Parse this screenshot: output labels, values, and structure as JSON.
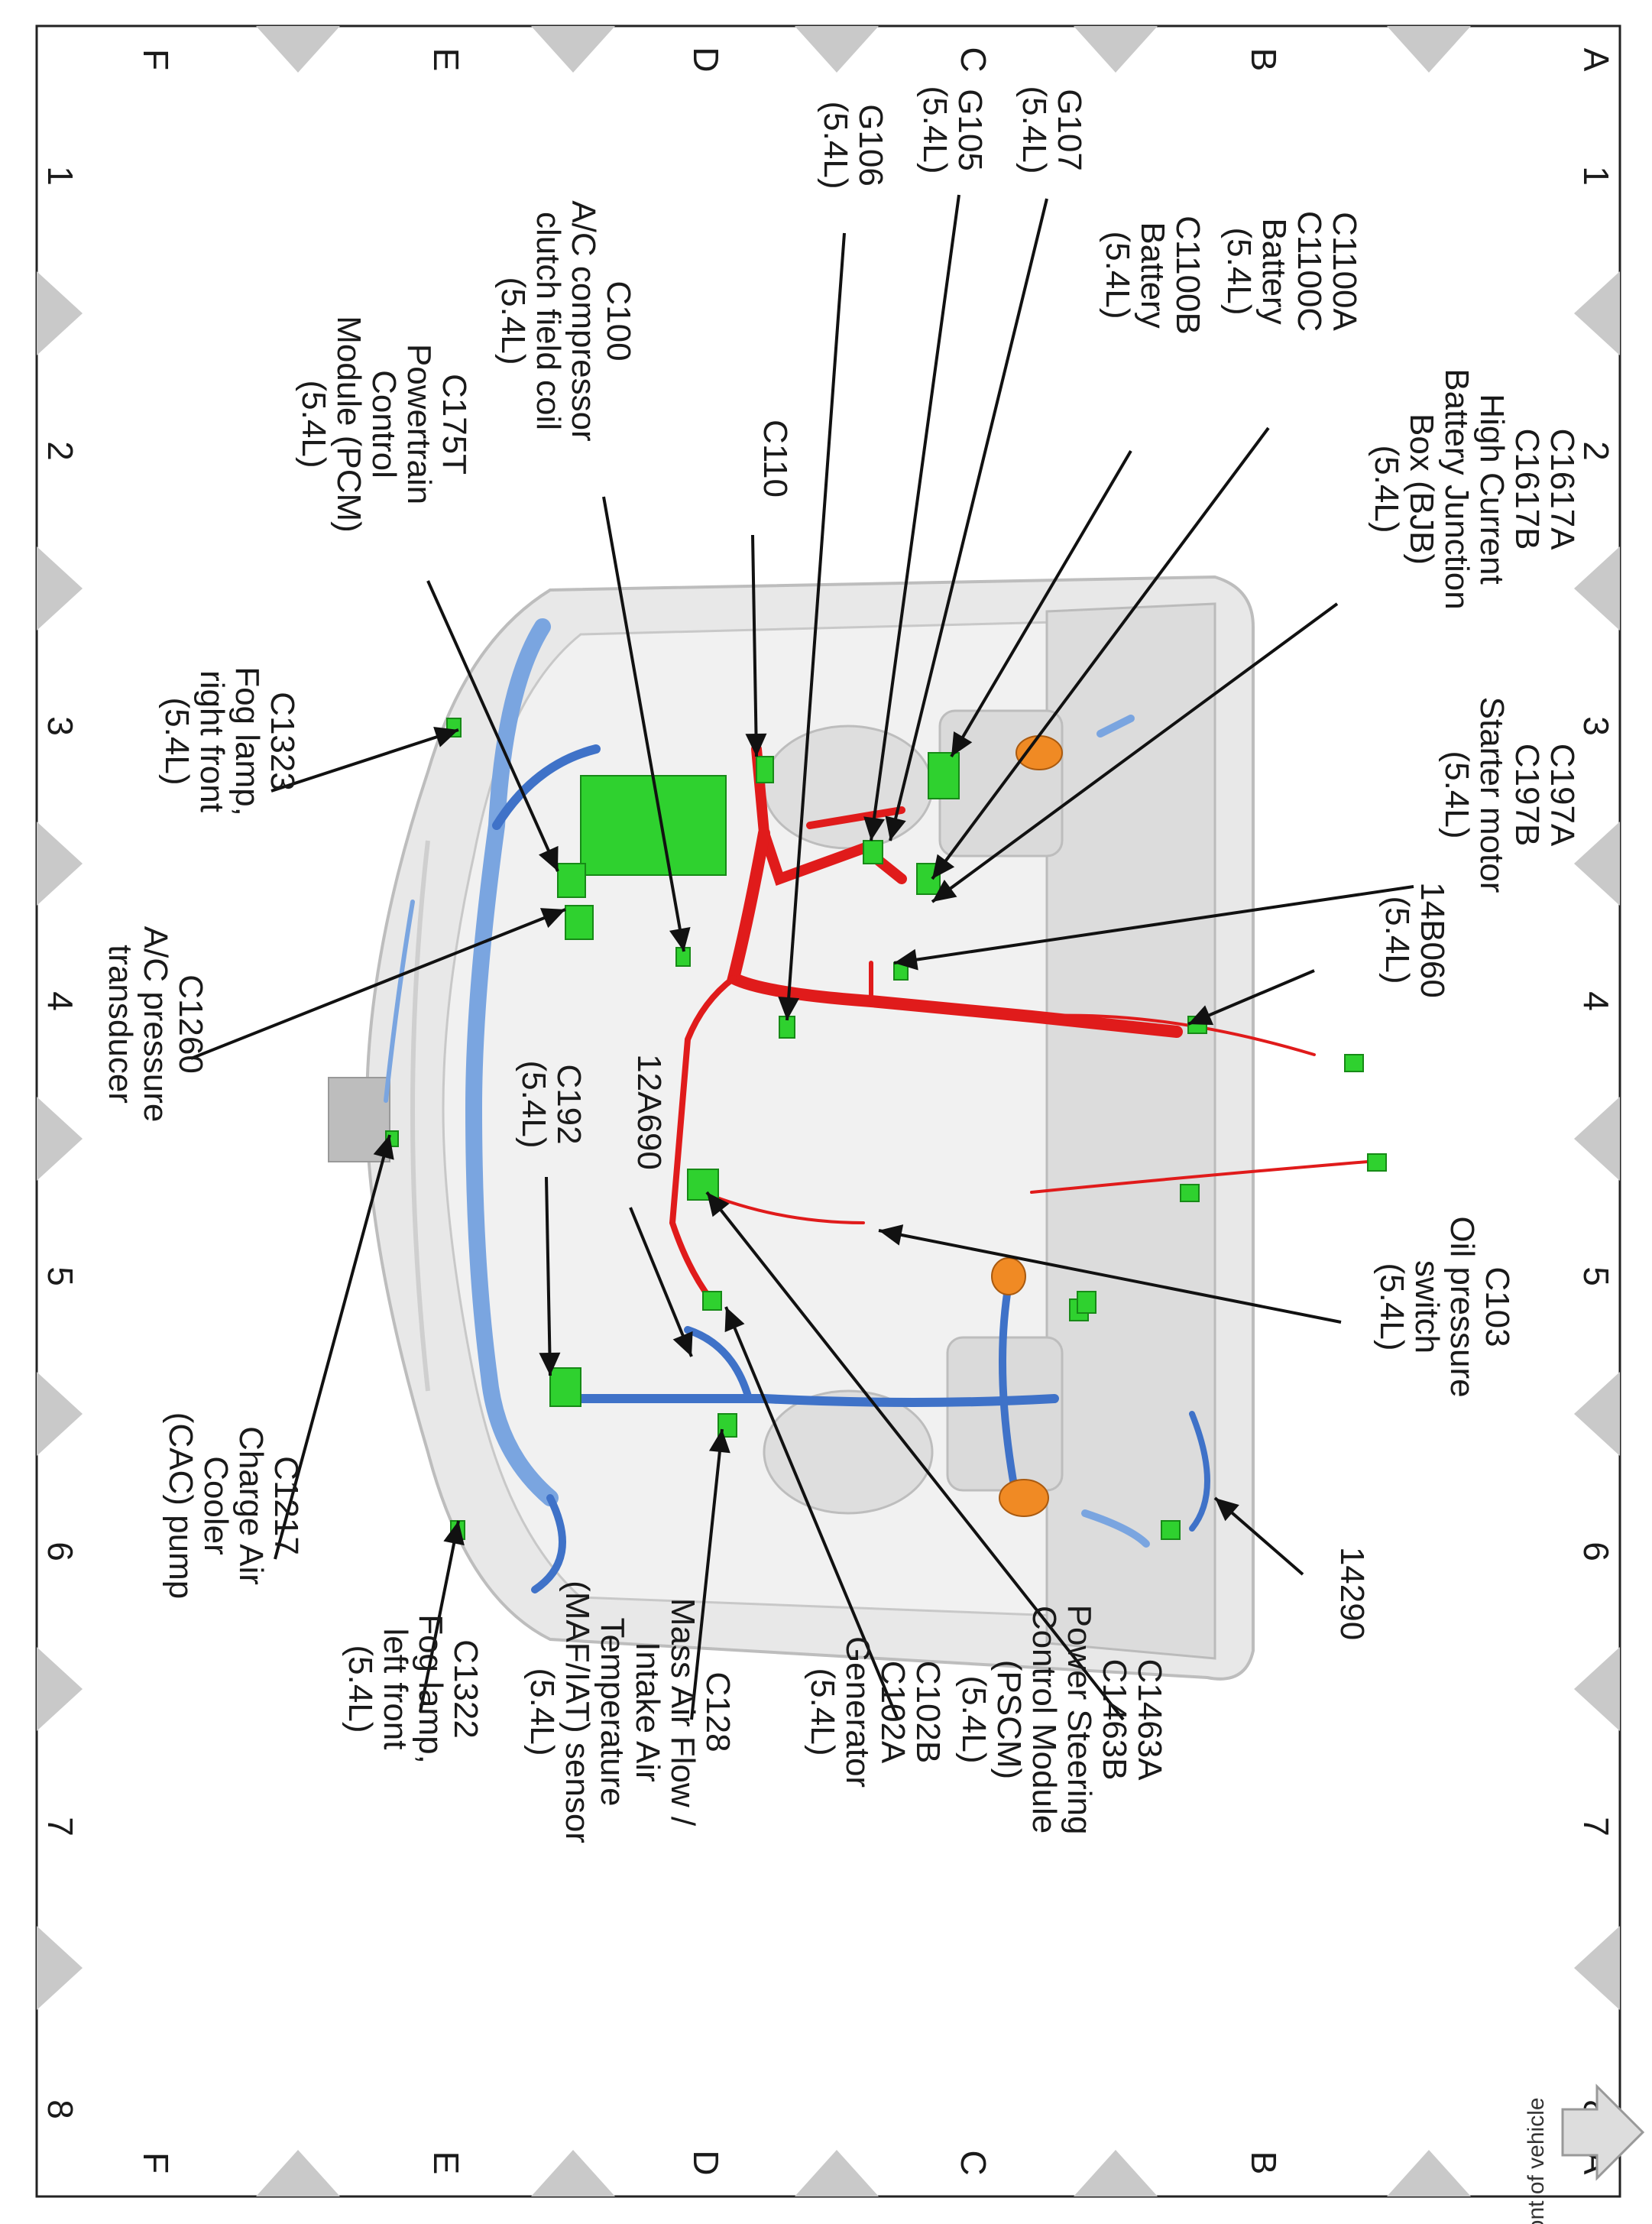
{
  "grid": {
    "rows": [
      "A",
      "B",
      "C",
      "D",
      "E",
      "F"
    ],
    "columns": [
      "1",
      "2",
      "3",
      "4",
      "5",
      "6",
      "7",
      "8"
    ]
  },
  "front_indicator": {
    "label": "front of vehicle",
    "icon": "arrow-left-icon"
  },
  "colors": {
    "harness_red": "#e01b1b",
    "harness_blue": "#3f72c8",
    "harness_light_blue": "#7aa5e0",
    "connector_green": "#2fd12f",
    "boot_orange": "#f08a24",
    "body_gray": "#e4e4e4"
  },
  "callouts": [
    {
      "id": "g107",
      "lines": [
        "G107",
        "(5.4L)"
      ]
    },
    {
      "id": "g105",
      "lines": [
        "G105",
        "(5.4L)"
      ]
    },
    {
      "id": "g106",
      "lines": [
        "G106",
        "(5.4L)"
      ]
    },
    {
      "id": "c100",
      "lines": [
        "C100",
        "A/C compressor",
        "clutch field coil",
        "(5.4L)"
      ]
    },
    {
      "id": "c110",
      "lines": [
        "C110"
      ]
    },
    {
      "id": "c175t",
      "lines": [
        "C175T",
        "Powertrain",
        "Control",
        "Module (PCM)",
        "(5.4L)"
      ]
    },
    {
      "id": "c1100a",
      "lines": [
        "C1100A",
        "C1100C",
        "Battery",
        "(5.4L)"
      ]
    },
    {
      "id": "c1100b",
      "lines": [
        "C1100B",
        "Battery",
        "(5.4L)"
      ]
    },
    {
      "id": "c1617a",
      "lines": [
        "C1617A",
        "C1617B",
        "High Current",
        "Battery Junction",
        "Box (BJB)",
        "(5.4L)"
      ]
    },
    {
      "id": "c197a",
      "lines": [
        "C197A",
        "C197B",
        "Starter motor",
        "(5.4L)"
      ]
    },
    {
      "id": "14b060",
      "lines": [
        "14B060",
        "(5.4L)"
      ]
    },
    {
      "id": "c1323",
      "lines": [
        "C1323",
        "Fog lamp,",
        "right front",
        "(5.4L)"
      ]
    },
    {
      "id": "c1260",
      "lines": [
        "C1260",
        "A/C pressure",
        "transducer"
      ]
    },
    {
      "id": "c192",
      "lines": [
        "C192",
        "(5.4L)"
      ]
    },
    {
      "id": "12a690",
      "lines": [
        "12A690"
      ]
    },
    {
      "id": "c103",
      "lines": [
        "C103",
        "Oil pressure",
        "switch",
        "(5.4L)"
      ]
    },
    {
      "id": "14290",
      "lines": [
        "14290"
      ]
    },
    {
      "id": "c1217",
      "lines": [
        "C1217",
        "Charge Air",
        "Cooler",
        "(CAC) pump"
      ]
    },
    {
      "id": "c1322",
      "lines": [
        "C1322",
        "Fog lamp,",
        "left front",
        "(5.4L)"
      ]
    },
    {
      "id": "c128",
      "lines": [
        "C128",
        "Mass Air Flow /",
        "Intake Air",
        "Temperature",
        "(MAF/IAT) sensor",
        "(5.4L)"
      ]
    },
    {
      "id": "c102b",
      "lines": [
        "C102B",
        "C102A",
        "Generator",
        "(5.4L)"
      ]
    },
    {
      "id": "c1463a",
      "lines": [
        "C1463A",
        "C1463B",
        "Power Steering",
        "Control Module",
        "(PSCM)",
        "(5.4L)"
      ]
    }
  ]
}
